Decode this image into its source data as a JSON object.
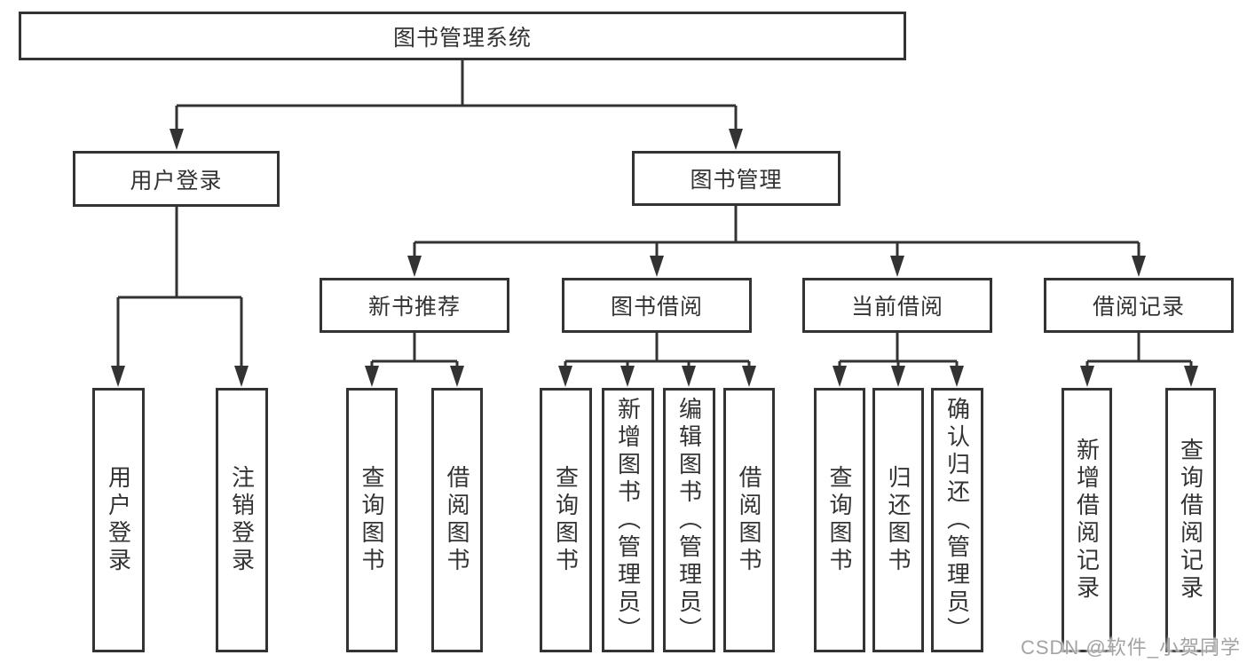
{
  "tree": {
    "root": "图书管理系统",
    "level2": [
      "用户登录",
      "图书管理"
    ],
    "level3": [
      "新书推荐",
      "图书借阅",
      "当前借阅",
      "借阅记录"
    ],
    "level4": {
      "user_login": [
        "用户登录",
        "注销登录"
      ],
      "new_book_recommend": [
        "查询图书",
        "借阅图书"
      ],
      "book_borrow": [
        "查询图书",
        "新增图书（管理员）",
        "编辑图书（管理员）",
        "借阅图书"
      ],
      "current_borrow": [
        "查询图书",
        "归还图书",
        "确认归还（管理员）"
      ],
      "borrow_records": [
        "新增借阅记录",
        "查询借阅记录"
      ]
    }
  },
  "watermark": "CSDN @软件_小贺同学",
  "colors": {
    "line": "#333333",
    "text": "#333333",
    "watermark": "#a3a3a3",
    "background": "#ffffff"
  }
}
